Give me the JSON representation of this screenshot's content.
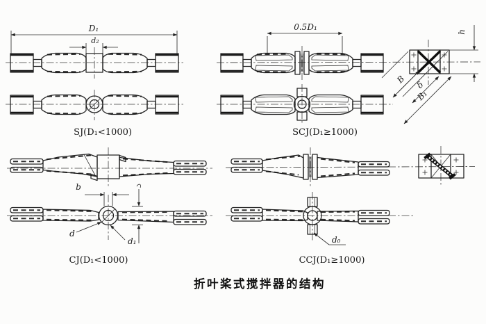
{
  "figure": {
    "caption": "折叶桨式搅拌器的结构",
    "ink_color": "#222222",
    "background_color": "#fcfcfb",
    "variants": [
      {
        "id": "SJ",
        "label": "SJ(D₁<1000)"
      },
      {
        "id": "SCJ",
        "label": "SCJ(D₁≥1000)"
      },
      {
        "id": "CJ",
        "label": "CJ(D₁<1000)"
      },
      {
        "id": "CCJ",
        "label": "CCJ(D₁≥1000)"
      }
    ],
    "dimensions": {
      "D1": "D₁",
      "d2": "d₂",
      "half_D1": "0.5D₁",
      "h": "h",
      "B": "B",
      "delta": "δ",
      "B1": "B₁",
      "b": "b",
      "d": "d",
      "d1": "d₁",
      "d0": "d₀"
    }
  }
}
